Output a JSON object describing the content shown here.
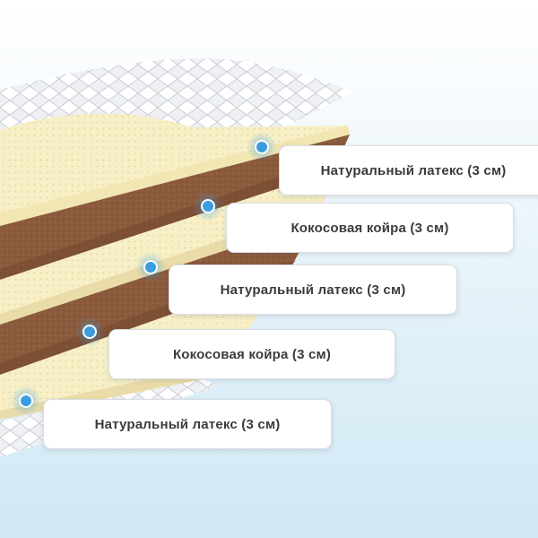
{
  "colors": {
    "background_top": "#ffffff",
    "background_bottom": "#cfe8f4",
    "latex": "#f7efc6",
    "latex_dark": "#e9dba5",
    "coir": "#8b5a3c",
    "coir_light": "#a06e4e",
    "cover": "#f1f3f6",
    "marker": "#3b9de0"
  },
  "layers": [
    {
      "label": "Натуральный латекс (3 см)"
    },
    {
      "label": "Кокосовая койра (3 см)"
    },
    {
      "label": "Натуральный латекс (3 см)"
    },
    {
      "label": "Кокосовая койра (3 см)"
    },
    {
      "label": "Натуральный латекс (3 см)"
    }
  ]
}
